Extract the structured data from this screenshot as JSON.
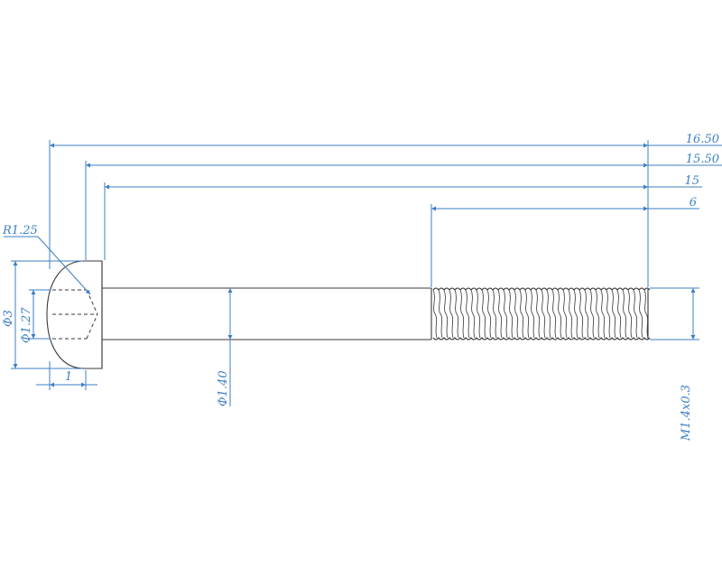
{
  "drawing": {
    "dimensions": {
      "overall_length": "16.50",
      "length_to_head": "15.50",
      "shank_length": "15",
      "thread_length": "6",
      "head_radius": "R1.25",
      "head_diameter": "Φ3",
      "socket_diameter": "Φ1.27",
      "head_height": "1",
      "shank_diameter": "Φ1.40",
      "thread_spec": "M1.4x0.3"
    },
    "colors": {
      "dimension": "#3d7fc4",
      "outline": "#3a3a3a",
      "background": "#ffffff"
    }
  }
}
